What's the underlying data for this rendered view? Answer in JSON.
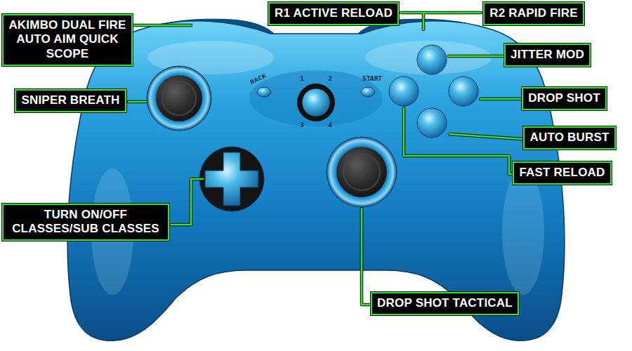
{
  "diagram": {
    "nodes": [
      {
        "text": [
          "AKIMBO DUAL FIRE AUTO AIM QUICK SCOPE"
        ]
      },
      {
        "text": [
          "R1 ACTIVE RELOAD"
        ]
      },
      {
        "text": [
          "R2 RAPID FIRE"
        ]
      },
      {
        "text": [
          "JITTER MOD"
        ]
      },
      {
        "text": [
          "SNIPER BREATH"
        ]
      },
      {
        "text": [
          "DROP SHOT"
        ]
      },
      {
        "text": [
          "AUTO BURST"
        ]
      },
      {
        "text": [
          "FAST RELOAD"
        ]
      },
      {
        "text": [
          "TURN ON/OFF CLASSES/SUB CLASSES"
        ]
      },
      {
        "text": [
          "DROP SHOT TACTICAL"
        ]
      }
    ],
    "labels": [
      "BACK",
      "START",
      "1",
      "2",
      "3",
      "4"
    ]
  }
}
